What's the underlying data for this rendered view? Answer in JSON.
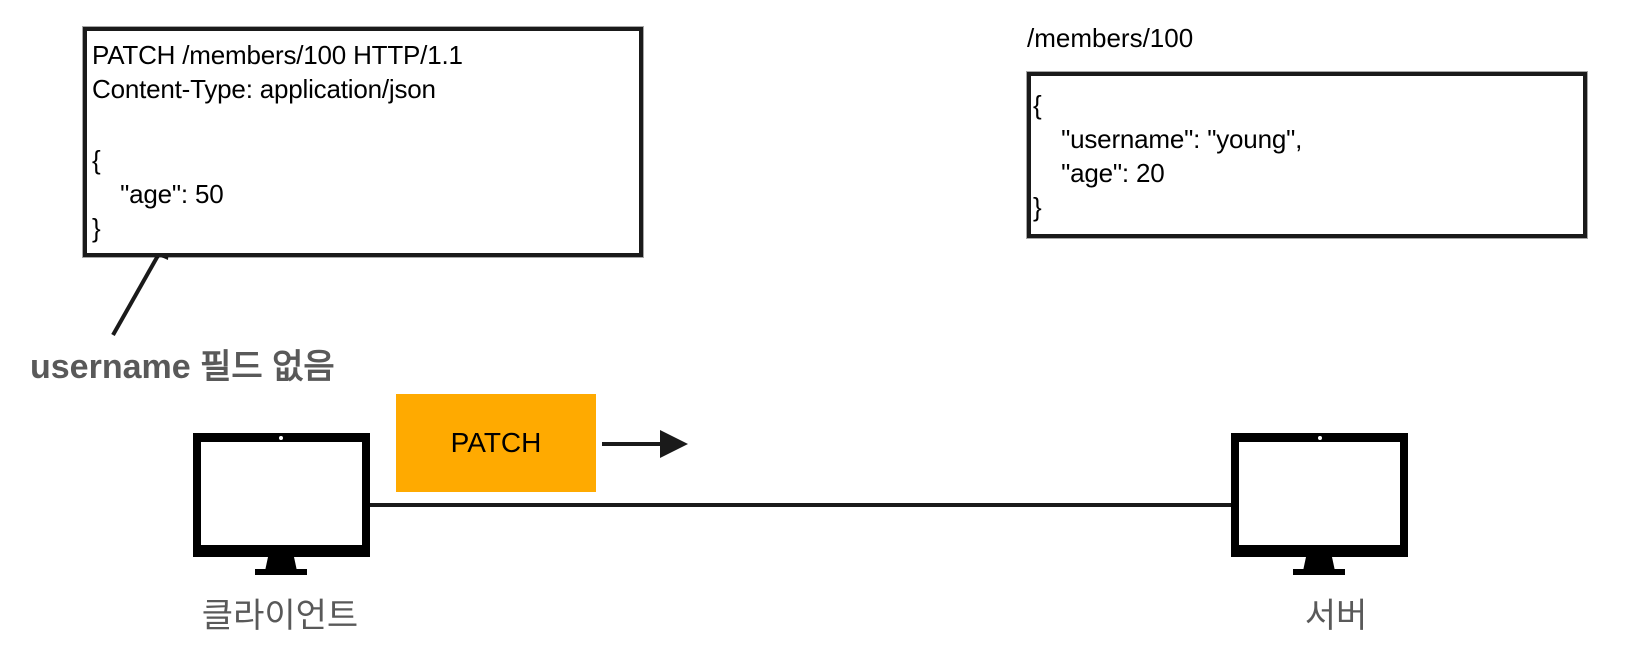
{
  "request": {
    "lines": [
      "PATCH /members/100 HTTP/1.1",
      "Content-Type: application/json",
      "",
      "{",
      "    \"age\": 50",
      "}"
    ]
  },
  "note": "username 필드 없음",
  "resource": {
    "path": "/members/100",
    "lines": [
      "{",
      "    \"username\": \"young\",",
      "    \"age\": 20",
      "}"
    ]
  },
  "method_label": "PATCH",
  "client_label": "클라이언트",
  "server_label": "서버",
  "colors": {
    "method_fill": "#FFAA00",
    "label_gray": "#595959",
    "line_dark": "#1a1a1a"
  },
  "icons": [
    "client-monitor-icon",
    "server-monitor-icon",
    "arrow-icon"
  ]
}
